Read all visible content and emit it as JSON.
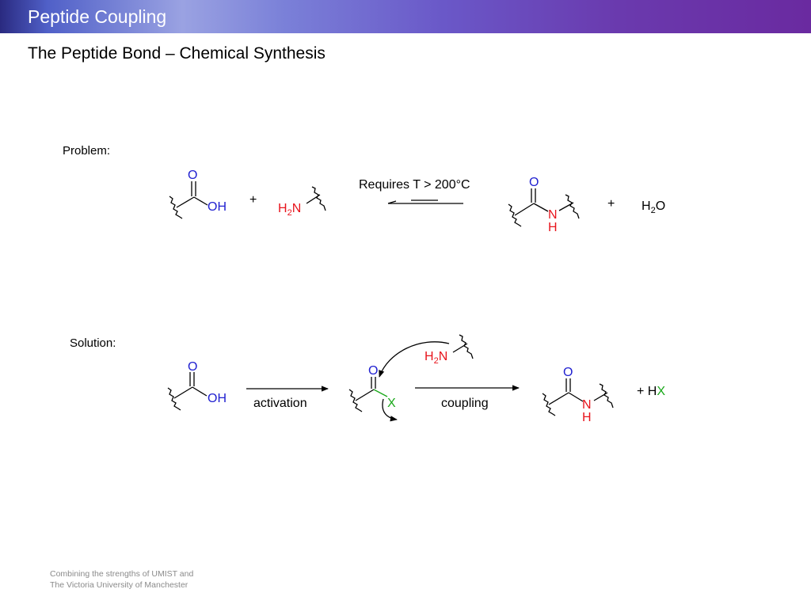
{
  "header": {
    "title": "Peptide Coupling"
  },
  "subtitle": "The Peptide Bond – Chemical Synthesis",
  "problem": {
    "label": "Problem:",
    "acid": {
      "carbonyl_o": "O",
      "hydroxyl": "OH"
    },
    "plus1": "+",
    "amine": {
      "h": "H",
      "sub": "2",
      "n": "N"
    },
    "condition": "Requires T > 200°C",
    "amide": {
      "carbonyl_o": "O",
      "n": "N",
      "h": "H"
    },
    "plus2": "+",
    "water": {
      "h": "H",
      "sub": "2",
      "o": "O"
    }
  },
  "solution": {
    "label": "Solution:",
    "acid": {
      "carbonyl_o": "O",
      "hydroxyl": "OH"
    },
    "activation_label": "activation",
    "activated": {
      "carbonyl_o": "O",
      "leaving_group": "X"
    },
    "nucleophile": {
      "h": "H",
      "sub": "2",
      "n": "N"
    },
    "coupling_label": "coupling",
    "amide": {
      "carbonyl_o": "O",
      "n": "N",
      "h": "H"
    },
    "byproduct": {
      "prefix": "+ H",
      "x": "X"
    }
  },
  "colors": {
    "oxygen": "#1f1fd0",
    "nitrogen": "#e8141c",
    "leaving_group": "#1aa81a",
    "bond": "#000000"
  },
  "footer": {
    "line1": "Combining the strengths of UMIST and",
    "line2": "The Victoria University of Manchester"
  }
}
